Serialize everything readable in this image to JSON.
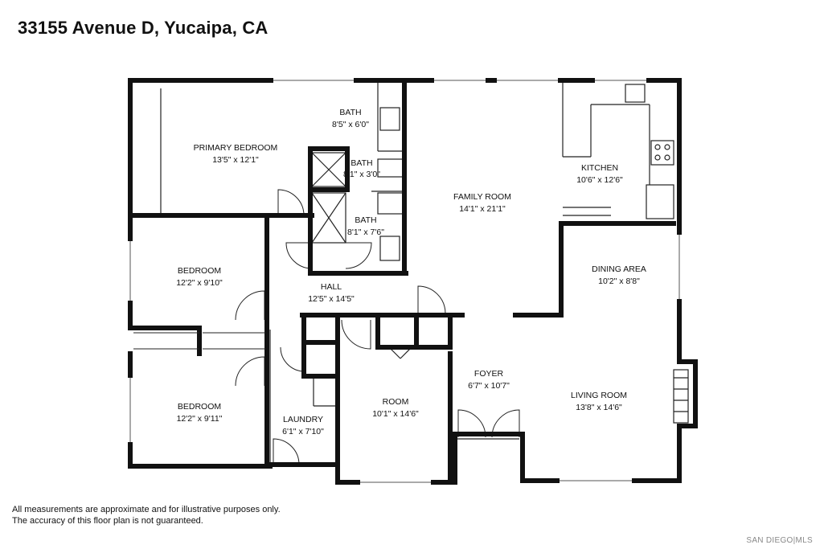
{
  "title": "33155 Avenue D, Yucaipa, CA",
  "rooms": [
    {
      "name": "PRIMARY BEDROOM",
      "size": "13'5\" x 12'1\""
    },
    {
      "name": "BATH",
      "size": "8'5\" x 6'0\""
    },
    {
      "name": "BATH",
      "size": "8'1\" x 3'0\""
    },
    {
      "name": "BATH",
      "size": "8'1\" x 7'6\""
    },
    {
      "name": "FAMILY ROOM",
      "size": "14'1\" x 21'1\""
    },
    {
      "name": "KITCHEN",
      "size": "10'6\" x 12'6\""
    },
    {
      "name": "BEDROOM",
      "size": "12'2\" x 9'10\""
    },
    {
      "name": "HALL",
      "size": "12'5\" x 14'5\""
    },
    {
      "name": "DINING AREA",
      "size": "10'2\" x 8'8\""
    },
    {
      "name": "FOYER",
      "size": "6'7\" x 10'7\""
    },
    {
      "name": "ROOM",
      "size": "10'1\" x 14'6\""
    },
    {
      "name": "LIVING ROOM",
      "size": "13'8\" x 14'6\""
    },
    {
      "name": "BEDROOM",
      "size": "12'2\" x 9'11\""
    },
    {
      "name": "LAUNDRY",
      "size": "6'1\" x 7'10\""
    }
  ],
  "disclaimer": {
    "line1": "All measurements are approximate and for illustrative purposes only.",
    "line2": "The accuracy of this floor plan is not guaranteed."
  },
  "brand": "SAN DIEGO|MLS"
}
